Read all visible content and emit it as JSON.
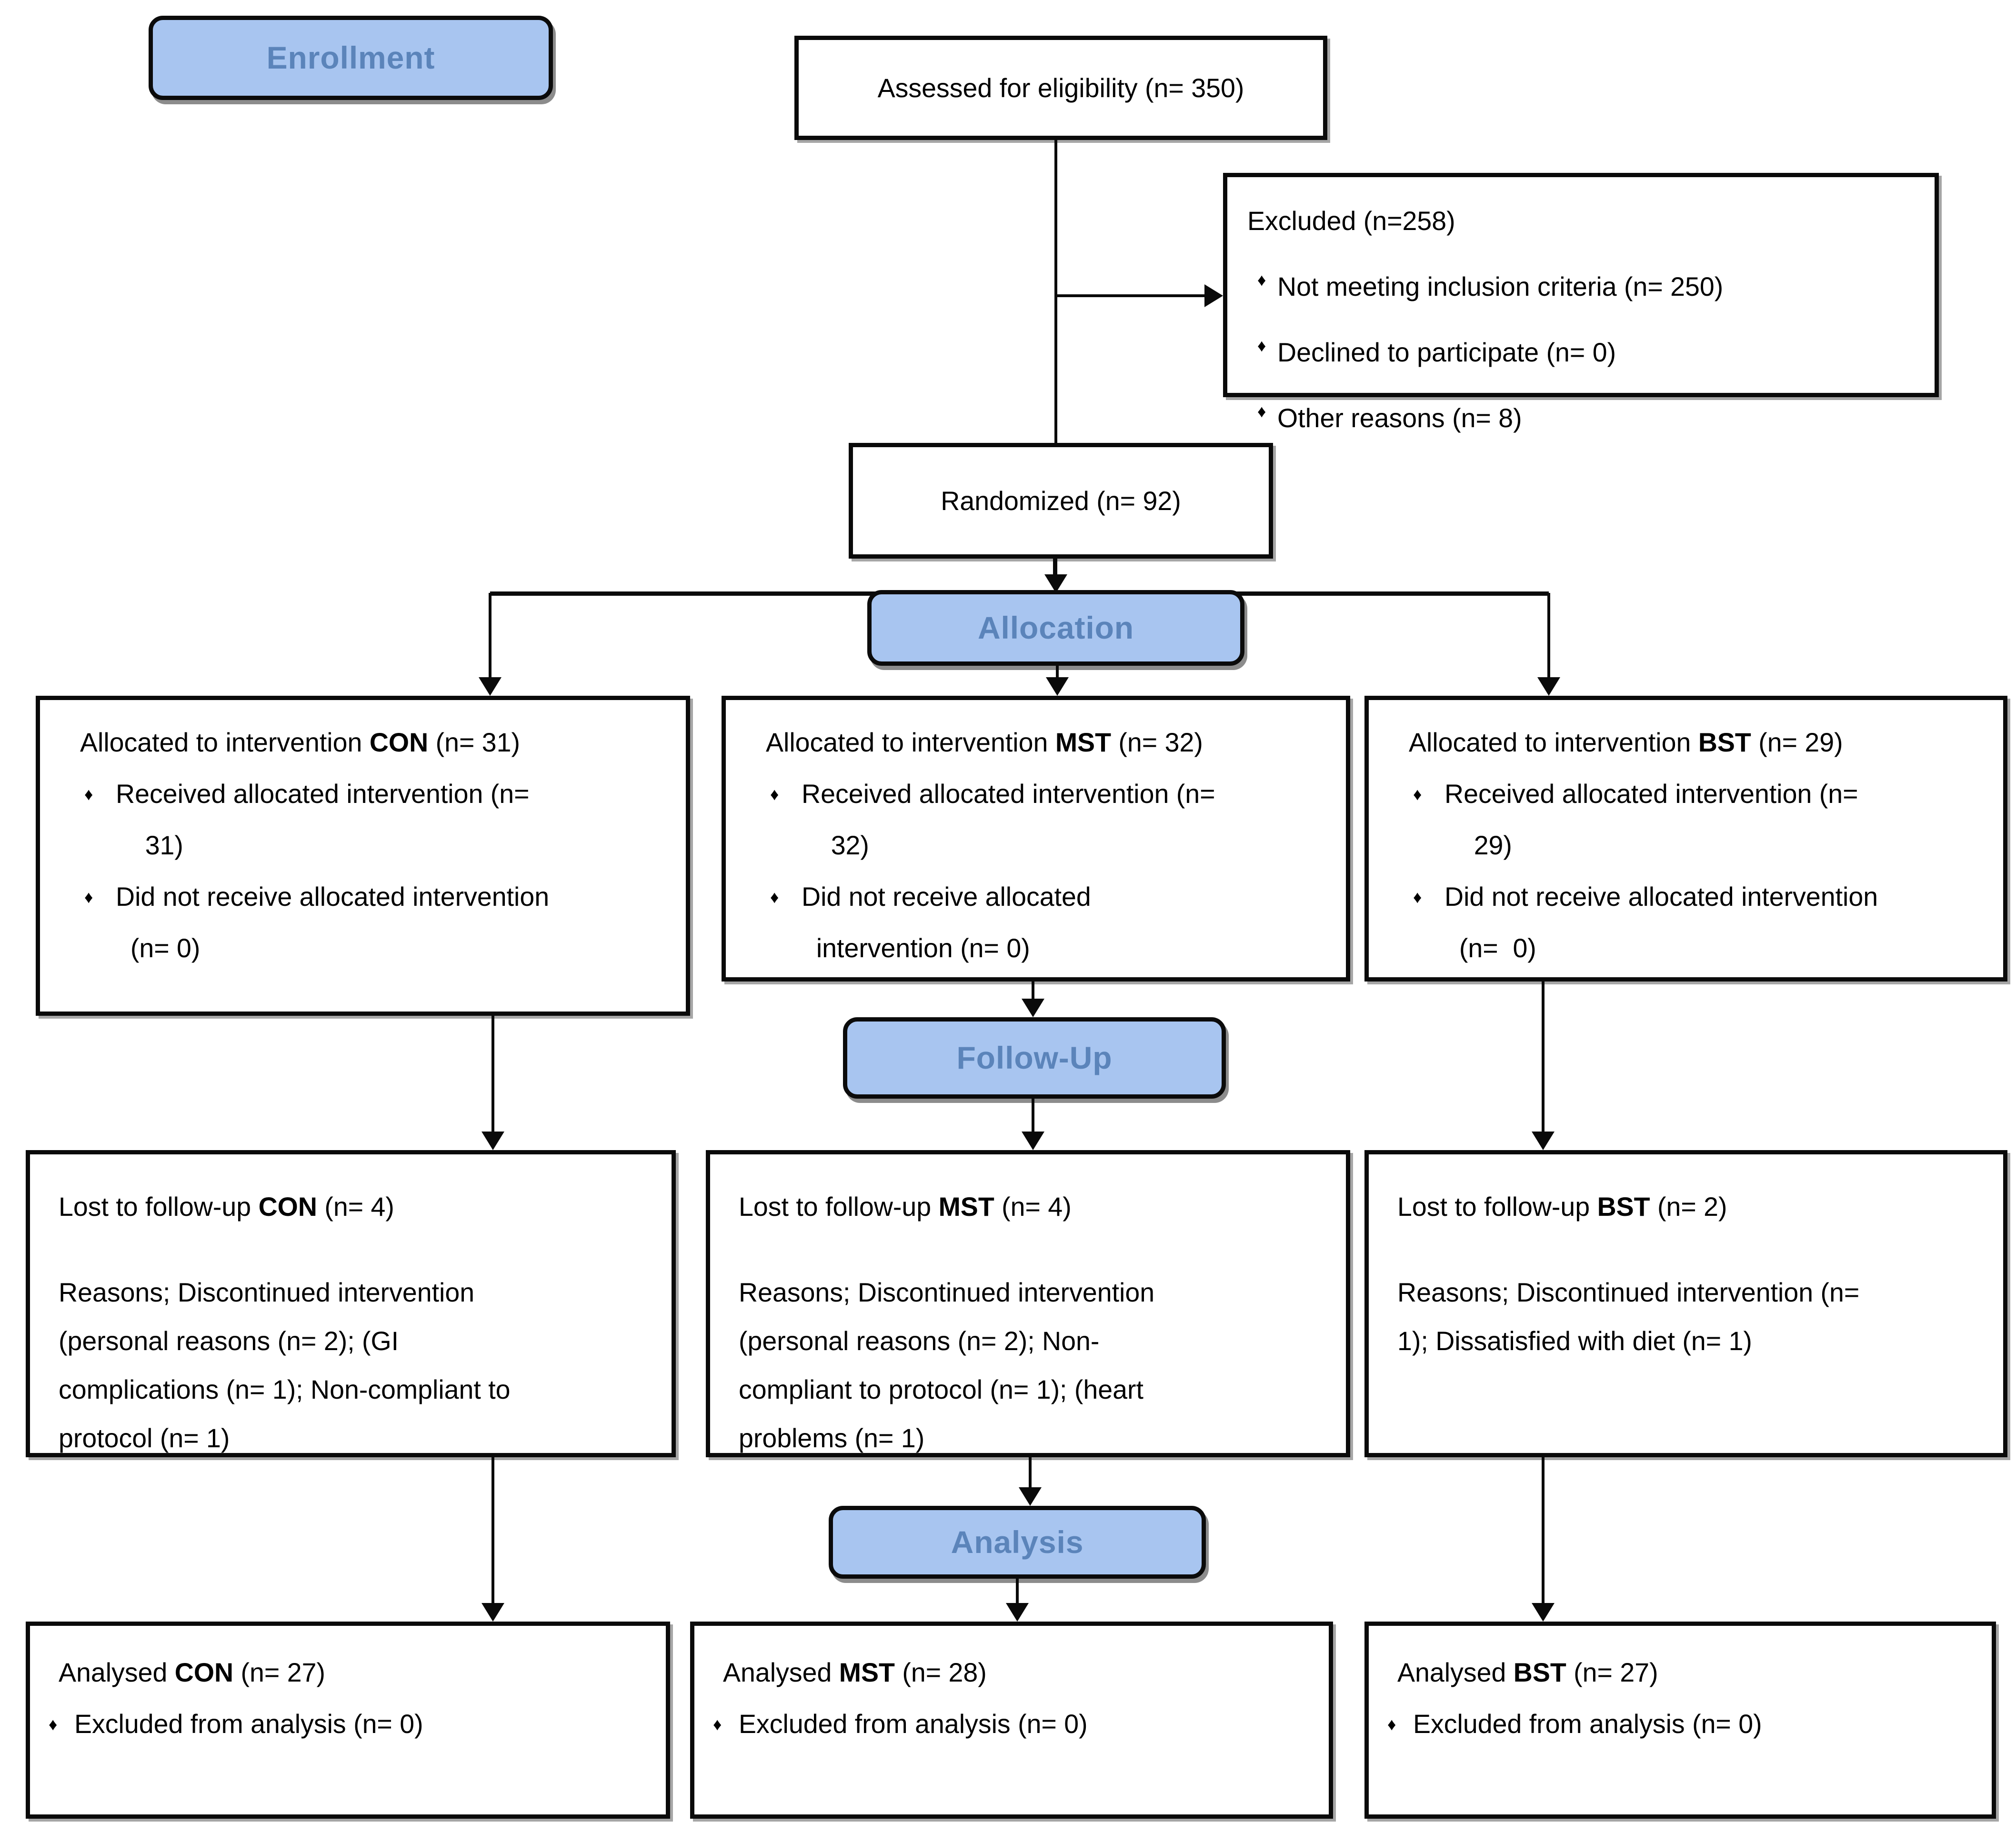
{
  "palette": {
    "stage_fill": "#a8c5f0",
    "stage_text": "#5b84ba",
    "line_color": "#0a0a0a",
    "background": "#ffffff"
  },
  "bullet_marker": "♦",
  "stage_labels": {
    "enrollment": "Enrollment",
    "allocation": "Allocation",
    "follow_up": "Follow-Up",
    "analysis": "Analysis"
  },
  "top": {
    "assessed": "Assessed for eligibility (n= 350)",
    "randomized": "Randomized (n= 92)",
    "excluded": {
      "title": "Excluded (n=258)",
      "bullets": [
        "Not meeting inclusion criteria (n= 250)",
        "Declined to participate (n= 0)",
        "Other reasons (n= 8)"
      ]
    }
  },
  "allocation_row": [
    {
      "title_prefix": "Allocated to intervention ",
      "title_bold": "CON",
      "title_suffix": " (n= 31)",
      "bullets": [
        "Received allocated intervention (n=\n    31)",
        "Did not receive allocated intervention\n  (n= 0)"
      ]
    },
    {
      "title_prefix": "Allocated to intervention ",
      "title_bold": "MST",
      "title_suffix": " (n= 32)",
      "bullets": [
        "Received allocated intervention (n=\n    32)",
        "Did not receive allocated\n  intervention (n= 0)"
      ]
    },
    {
      "title_prefix": "Allocated to intervention ",
      "title_bold": "BST",
      "title_suffix": " (n= 29)",
      "bullets": [
        "Received allocated intervention (n=\n    29)",
        "Did not receive allocated intervention\n  (n=  0)"
      ]
    }
  ],
  "followup_row": [
    {
      "title_prefix": "Lost to follow-up ",
      "title_bold": "CON",
      "title_suffix": " (n= 4)",
      "body": "Reasons; Discontinued intervention\n(personal reasons (n= 2); (GI\ncomplications (n= 1); Non-compliant to\nprotocol (n= 1)"
    },
    {
      "title_prefix": "Lost to follow-up ",
      "title_bold": "MST",
      "title_suffix": " (n= 4)",
      "body": "Reasons; Discontinued intervention\n(personal reasons (n= 2); Non-\ncompliant to protocol (n= 1); (heart\nproblems (n= 1)"
    },
    {
      "title_prefix": "Lost to follow-up ",
      "title_bold": "BST",
      "title_suffix": " (n= 2)",
      "body": "Reasons; Discontinued intervention (n=\n1); Dissatisfied with diet (n= 1)"
    }
  ],
  "analysis_row": [
    {
      "title_prefix": "Analysed ",
      "title_bold": "CON",
      "title_suffix": " (n= 27)",
      "bullets": [
        "Excluded from analysis (n= 0)"
      ]
    },
    {
      "title_prefix": "Analysed ",
      "title_bold": "MST",
      "title_suffix": " (n= 28)",
      "bullets": [
        "Excluded from analysis (n= 0)"
      ]
    },
    {
      "title_prefix": "Analysed ",
      "title_bold": "BST",
      "title_suffix": " (n= 27)",
      "bullets": [
        "Excluded from analysis (n= 0)"
      ]
    }
  ]
}
